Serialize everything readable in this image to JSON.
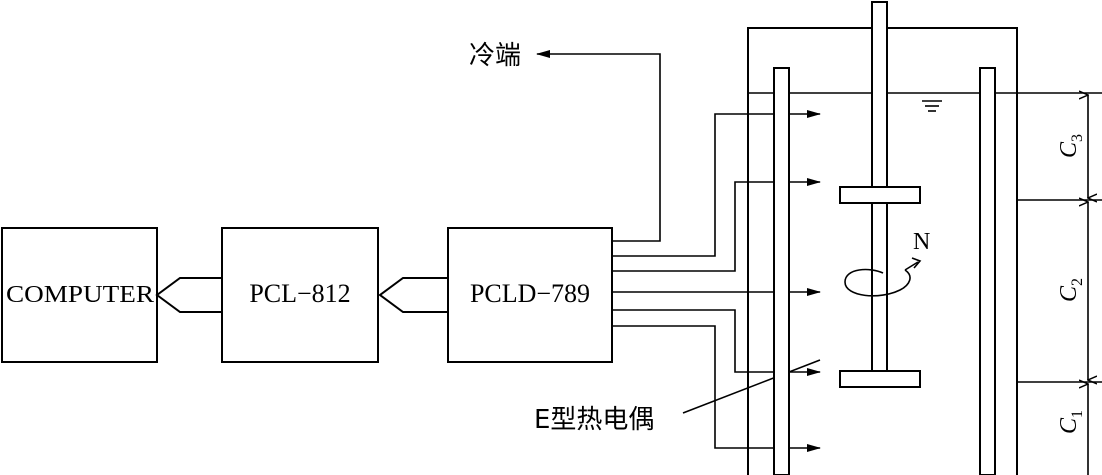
{
  "blocks": {
    "computer": "COMPUTER",
    "pcl812": "PCL−812",
    "pcld789": "PCLD−789"
  },
  "labels": {
    "cold_end": "冷端",
    "thermocouple": "E型热电偶",
    "speed": "N"
  },
  "dimensions": {
    "c1": {
      "letter": "C",
      "sub": "1"
    },
    "c2": {
      "letter": "C",
      "sub": "2"
    },
    "c3": {
      "letter": "C",
      "sub": "3"
    }
  }
}
